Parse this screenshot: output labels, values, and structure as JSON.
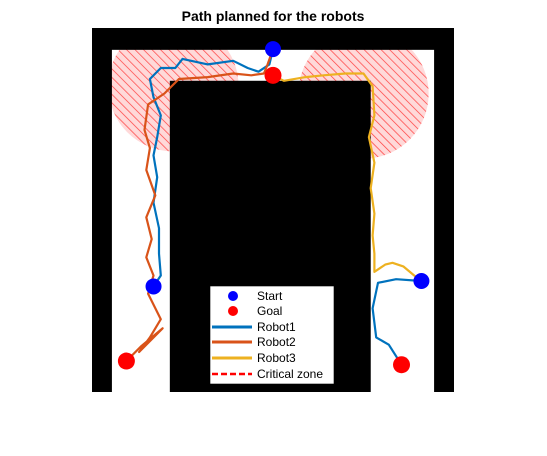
{
  "chart_data": {
    "type": "line",
    "title": "Path planned for the robots",
    "xlabel": "",
    "ylabel": "",
    "grid": false,
    "axes_visible": false,
    "xlim": [
      0,
      10
    ],
    "ylim": [
      0,
      10
    ],
    "legend_position": "bottom-center",
    "colors": {
      "obstacle": "#000000",
      "start": "#0000ff",
      "goal": "#ff0000",
      "robot1": "#0072bd",
      "robot2": "#d95319",
      "robot3": "#edb120",
      "critical_zone": "#ff0000"
    },
    "legend": [
      "Start",
      "Goal",
      "Robot1",
      "Robot2",
      "Robot3",
      "Critical zone"
    ],
    "obstacles": [
      {
        "name": "top-wall",
        "x": [
          0,
          10
        ],
        "y": [
          9.4,
          10
        ]
      },
      {
        "name": "left-wall",
        "x": [
          0,
          0.55
        ],
        "y": [
          0,
          10
        ]
      },
      {
        "name": "right-wall",
        "x": [
          9.45,
          10
        ],
        "y": [
          0,
          10
        ]
      },
      {
        "name": "central-block",
        "x": [
          2.15,
          7.7
        ],
        "y": [
          0,
          8.55
        ]
      }
    ],
    "critical_zones": [
      {
        "cx": 2.25,
        "cy": 8.4,
        "r": 1.8
      },
      {
        "cx": 7.5,
        "cy": 8.2,
        "r": 1.8
      }
    ],
    "starts": [
      [
        5.0,
        9.42
      ],
      [
        1.7,
        2.9
      ],
      [
        9.1,
        3.05
      ]
    ],
    "goals": [
      [
        5.0,
        8.7
      ],
      [
        0.95,
        0.85
      ],
      [
        8.55,
        0.75
      ]
    ],
    "series": [
      {
        "name": "Robot1",
        "points": [
          [
            5.0,
            9.42
          ],
          [
            4.9,
            9.0
          ],
          [
            4.6,
            8.8
          ],
          [
            4.3,
            8.9
          ],
          [
            3.9,
            9.1
          ],
          [
            3.2,
            9.0
          ],
          [
            2.5,
            9.15
          ],
          [
            2.3,
            8.9
          ],
          [
            1.9,
            8.9
          ],
          [
            1.6,
            8.6
          ],
          [
            1.7,
            8.1
          ],
          [
            1.9,
            7.6
          ],
          [
            1.8,
            7.0
          ],
          [
            1.7,
            6.5
          ],
          [
            1.8,
            5.9
          ],
          [
            1.7,
            5.2
          ],
          [
            1.85,
            4.5
          ],
          [
            1.85,
            3.8
          ],
          [
            1.9,
            3.2
          ],
          [
            1.7,
            2.9
          ]
        ]
      },
      {
        "name": "Robot2",
        "points": [
          [
            5.0,
            9.42
          ],
          [
            4.85,
            9.0
          ],
          [
            4.75,
            8.75
          ],
          [
            4.4,
            8.7
          ],
          [
            3.9,
            8.75
          ],
          [
            3.2,
            8.65
          ],
          [
            2.4,
            8.6
          ],
          [
            2.0,
            8.2
          ],
          [
            1.55,
            7.9
          ],
          [
            1.45,
            7.2
          ],
          [
            1.6,
            6.7
          ],
          [
            1.5,
            6.1
          ],
          [
            1.75,
            5.4
          ],
          [
            1.5,
            4.8
          ],
          [
            1.65,
            4.2
          ],
          [
            1.5,
            3.7
          ],
          [
            1.7,
            3.2
          ],
          [
            1.55,
            2.7
          ],
          [
            1.9,
            2.0
          ],
          [
            1.6,
            1.5
          ],
          [
            1.3,
            1.1
          ],
          [
            1.95,
            1.75
          ],
          [
            1.35,
            1.25
          ],
          [
            0.95,
            0.85
          ]
        ]
      },
      {
        "name": "Robot3",
        "points": [
          [
            5.0,
            8.7
          ],
          [
            5.3,
            8.55
          ],
          [
            5.9,
            8.65
          ],
          [
            6.4,
            8.7
          ],
          [
            7.0,
            8.75
          ],
          [
            7.5,
            8.75
          ],
          [
            7.75,
            8.4
          ],
          [
            7.8,
            7.6
          ],
          [
            7.65,
            7.0
          ],
          [
            7.8,
            6.3
          ],
          [
            7.7,
            5.6
          ],
          [
            7.8,
            4.9
          ],
          [
            7.75,
            4.3
          ],
          [
            7.8,
            3.8
          ],
          [
            7.8,
            3.3
          ],
          [
            8.1,
            3.5
          ],
          [
            8.3,
            3.55
          ],
          [
            8.6,
            3.45
          ],
          [
            8.9,
            3.2
          ],
          [
            9.1,
            3.05
          ]
        ]
      }
    ],
    "unlabeled_series": [
      {
        "color": "robot1",
        "points": [
          [
            9.1,
            3.05
          ],
          [
            8.4,
            3.1
          ],
          [
            7.9,
            3.0
          ],
          [
            7.75,
            2.3
          ],
          [
            7.85,
            1.5
          ],
          [
            8.2,
            1.3
          ],
          [
            8.55,
            0.75
          ]
        ]
      }
    ]
  }
}
